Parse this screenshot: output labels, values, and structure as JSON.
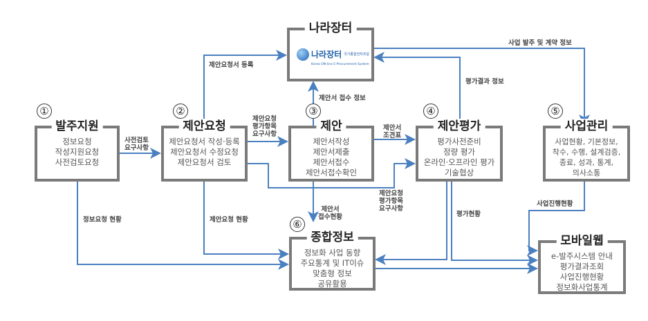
{
  "colors": {
    "arrow": "#4a7fc0",
    "box_border": "#7a7a7a"
  },
  "nodes": {
    "nara": {
      "title": "나라장터",
      "logo": {
        "name": "나라장터",
        "sub": "국가종합전자조달",
        "eng": "Korea ON-line E-Procurement System"
      }
    },
    "order": {
      "num": "①",
      "title": "발주지원",
      "lines": [
        "정보요청",
        "작성지원요청",
        "사전검토요청"
      ]
    },
    "rfp": {
      "num": "②",
      "title": "제안요청",
      "lines": [
        "제안요청서 작성·등록",
        "제안요청서 수정요청",
        "제안요청서 검토"
      ]
    },
    "proposal": {
      "num": "③",
      "title": "제안",
      "lines": [
        "제안서작성",
        "제안서제출",
        "제안서접수",
        "제안서접수확인"
      ]
    },
    "eval": {
      "num": "④",
      "title": "제안평가",
      "lines": [
        "평가사전준비",
        "정량 평가",
        "온라인·오프라인 평가",
        "기술협상"
      ]
    },
    "pm": {
      "num": "⑤",
      "title": "사업관리",
      "lines": [
        "사업현황, 기본정보,",
        "착수, 수행, 설계검증,",
        "종료, 성과, 통계,",
        "의사소통"
      ]
    },
    "info": {
      "num": "⑥",
      "title": "종합정보",
      "lines": [
        "정보화 사업 동향",
        "주요통계 및 IT이슈",
        "맞춤형 정보",
        "공유활용"
      ]
    },
    "mobile": {
      "title": "모바일웹",
      "lines": [
        "e-발주시스템 안내",
        "평가결과조회",
        "사업진행현황",
        "정보화사업통계"
      ]
    }
  },
  "edges": {
    "pre_review": [
      "사전검토",
      "요구사항"
    ],
    "rfp_items": [
      "제안요청",
      "평가항목",
      "요구사항"
    ],
    "rfp_items2": [
      "제안요청",
      "평가항목",
      "요구사항"
    ],
    "lookup": [
      "제안서",
      "조견표"
    ],
    "rfp_register": "제안요청서 등록",
    "receipt_info": "제안서 접수 정보",
    "eval_result": "평가결과 정보",
    "contract_info": "사업 발주 및 계약 정보",
    "receipt_status": [
      "제안서",
      "접수현황"
    ],
    "info_req_status": "정보요청 현황",
    "rfp_status": "제안요청 현황",
    "eval_status": "평가현황",
    "progress": "사업진행현황"
  }
}
